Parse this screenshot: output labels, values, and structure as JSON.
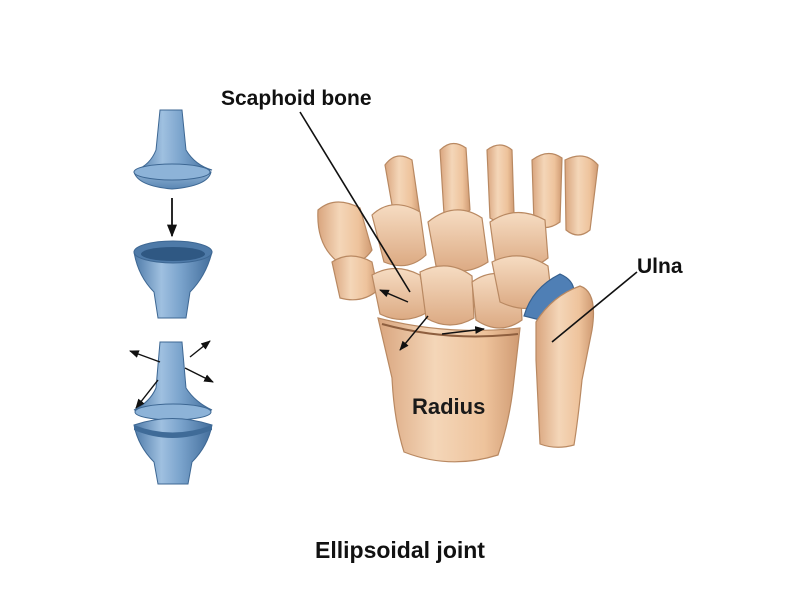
{
  "labels": {
    "scaphoid": "Scaphoid bone",
    "ulna": "Ulna",
    "radius": "Radius",
    "caption": "Ellipsoidal joint"
  },
  "colors": {
    "joint_model_blue": "#7aa3cc",
    "joint_model_dark": "#4e7aa8",
    "articular_disc": "#4f7fb5",
    "bone": "#efc8a4",
    "bone_shadow": "#d9a57e",
    "bone_outline": "#b98962",
    "leader_lines": "#111111"
  },
  "icons": {
    "motion_arrows": "arrow-icon"
  }
}
